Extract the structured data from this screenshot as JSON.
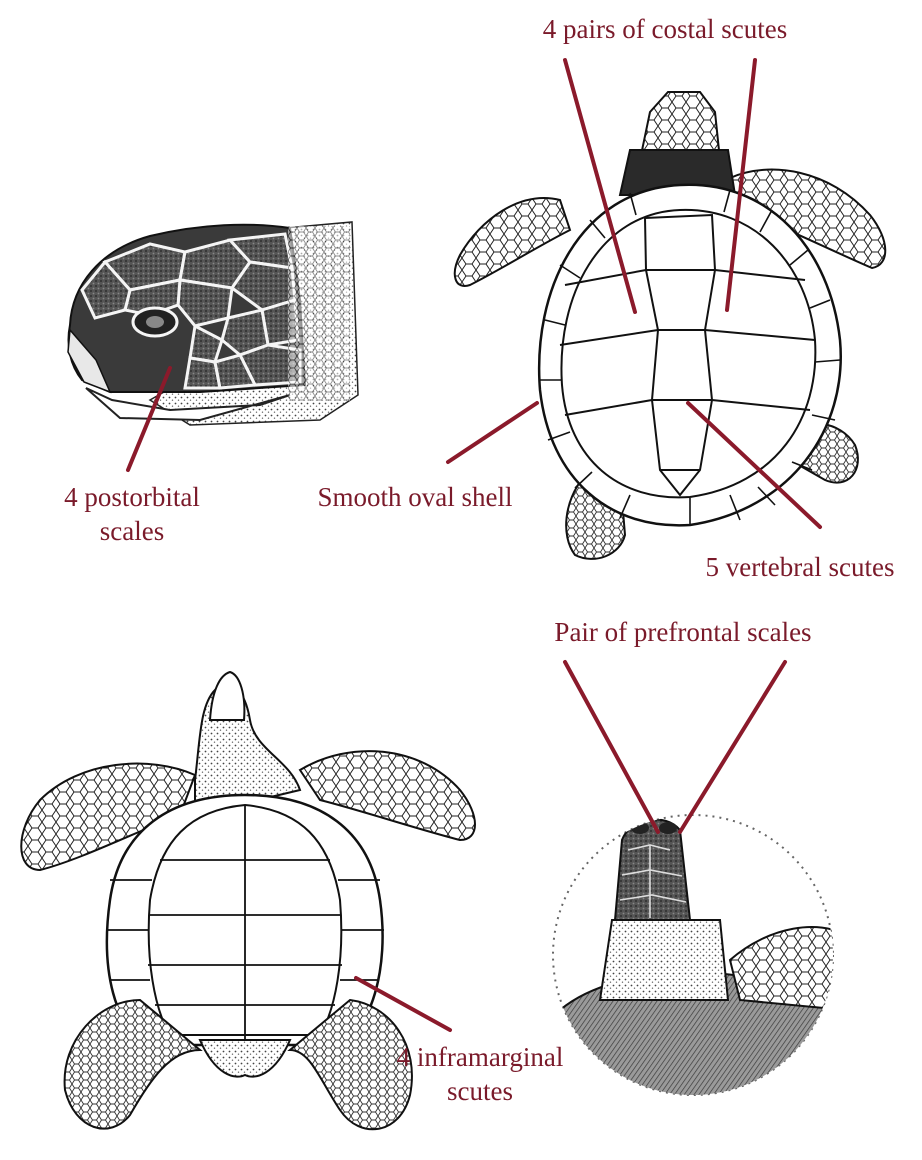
{
  "labels": {
    "costal": "4 pairs of costal scutes",
    "postorbital": "4 postorbital scales",
    "postorbital_l1": "4 postorbital",
    "postorbital_l2": "scales",
    "shell": "Smooth oval shell",
    "vertebral": "5 vertebral scutes",
    "prefrontal": "Pair of prefrontal scales",
    "inframarginal": "4 inframarginal scutes",
    "inframarginal_l1": "4 inframarginal",
    "inframarginal_l2": "scutes"
  },
  "colors": {
    "label": "#7a1a2a",
    "leader": "#8b1a2b",
    "ink": "#1a1a1a",
    "paper": "#ffffff"
  },
  "icons": {
    "head": "turtle-head-side-icon",
    "carapace": "turtle-carapace-top-icon",
    "plastron": "turtle-plastron-bottom-icon",
    "detail": "head-detail-magnifier-icon"
  }
}
